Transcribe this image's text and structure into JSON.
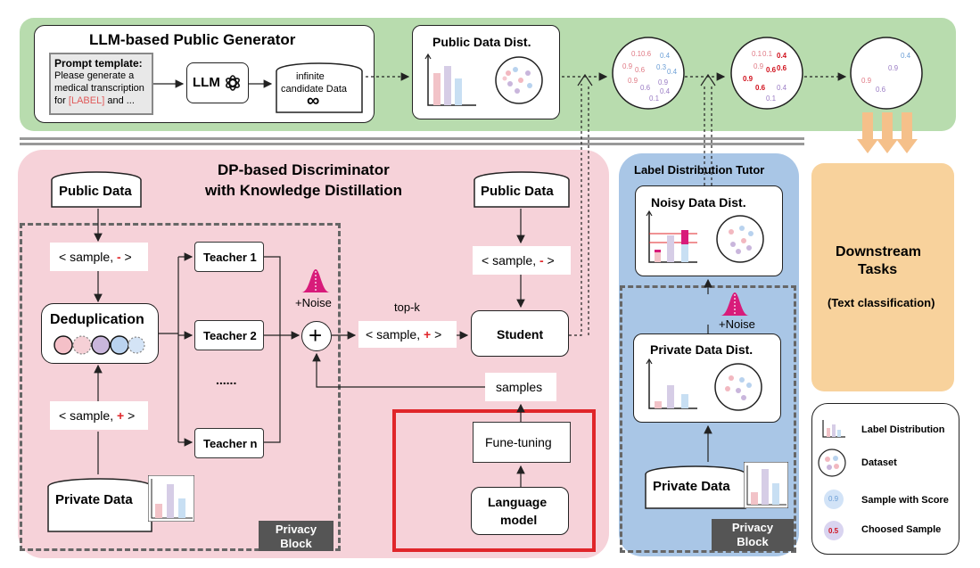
{
  "generator": {
    "title": "LLM-based Public Generator",
    "prompt_title": "Prompt template:",
    "prompt_line1": "Please generate a",
    "prompt_line2": "medical transcription",
    "prompt_for": "for",
    "prompt_label": "[LABEL]",
    "prompt_tail": "and ...",
    "llm": "LLM",
    "candidate_line1": "infinite",
    "candidate_line2": "candidate Data",
    "infinity": "∞",
    "public_dist": "Public Data Dist."
  },
  "discriminator": {
    "title_line1": "DP-based Discriminator",
    "title_line2": "with Knowledge Distillation",
    "public_data_left": "Public Data",
    "public_data_right": "Public Data",
    "sample_neg_left_pre": "< sample,",
    "sample_neg_left_sign": "-",
    "sample_neg_left_post": ">",
    "sample_pos_left_pre": "< sample,",
    "sample_pos_left_sign": "+",
    "sample_pos_left_post": ">",
    "dedup": "Deduplication",
    "private_data": "Private Data",
    "teacher1": "Teacher 1",
    "teacher2": "Teacher 2",
    "dots": "......",
    "teachern": "Teacher n",
    "noise": "+Noise",
    "plus": "+",
    "topk": "top-k",
    "sample_pos_mid_pre": "< sample,",
    "sample_pos_mid_sign": "+",
    "sample_pos_mid_post": ">",
    "sample_neg_right_pre": "< sample,",
    "sample_neg_right_sign": "-",
    "sample_neg_right_post": ">",
    "student": "Student",
    "samples": "samples",
    "finetune": "Fune-tuning",
    "lm_line1": "Language",
    "lm_line2": "model",
    "privacy_line1": "Privacy",
    "privacy_line2": "Block"
  },
  "tutor": {
    "title": "Label Distribution Tutor",
    "noisy": "Noisy Data Dist.",
    "noise": "+Noise",
    "private_dist": "Private Data Dist.",
    "private_data": "Private Data",
    "privacy_line1": "Privacy",
    "privacy_line2": "Block"
  },
  "downstream": {
    "line1": "Downstream",
    "line2": "Tasks",
    "line3": "(Text classification)"
  },
  "legend": {
    "label_dist": "Label Distribution",
    "dataset": "Dataset",
    "sample_score": "Sample with  Score",
    "choosed": "Choosed Sample",
    "score_example": "0.9",
    "choosed_example": "0.5"
  },
  "circles": {
    "c1": [
      "0.1",
      "0.6",
      "0.4",
      "0.9",
      "0.6",
      "0.3",
      "0.4",
      "0.9",
      "0.6",
      "0.9",
      "0.4",
      "0.1"
    ],
    "c2": [
      "0.1",
      "0.1",
      "0.4",
      "0.9",
      "0.6",
      "0.6",
      "0.9",
      "0.6",
      "0.4",
      "0.1"
    ],
    "c3": [
      "0.4",
      "0.9",
      "0.6",
      "0.9"
    ]
  },
  "colors": {
    "green_panel": "#b8dcae",
    "pink_panel": "#f6d2d9",
    "blue_panel": "#a9c6e6",
    "orange_panel": "#f8d29c",
    "red_highlight": "#e0262a",
    "noise_magenta": "#d81b7a"
  }
}
